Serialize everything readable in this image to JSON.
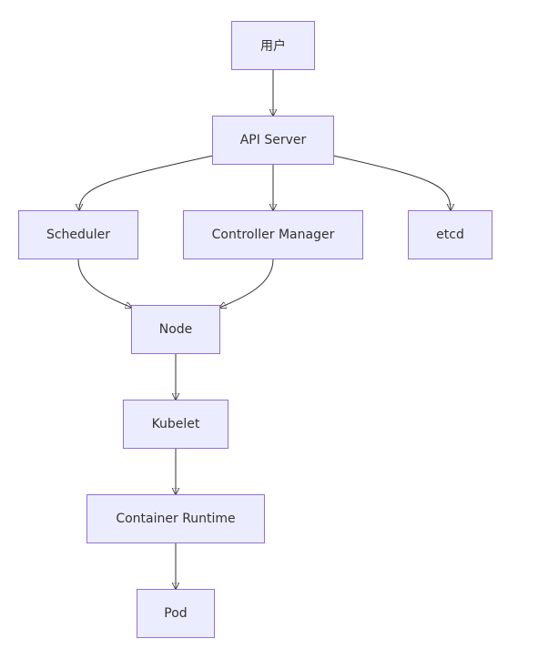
{
  "diagram": {
    "type": "flowchart",
    "direction": "top-down",
    "node_fill": "#ececff",
    "node_border": "#9370db",
    "edge_color": "#333333",
    "nodes": {
      "user": "用户",
      "api_server": "API Server",
      "scheduler": "Scheduler",
      "controller_manager": "Controller Manager",
      "etcd": "etcd",
      "node": "Node",
      "kubelet": "Kubelet",
      "container_runtime": "Container Runtime",
      "pod": "Pod"
    },
    "edges": [
      {
        "from": "user",
        "to": "api_server"
      },
      {
        "from": "api_server",
        "to": "scheduler"
      },
      {
        "from": "api_server",
        "to": "controller_manager"
      },
      {
        "from": "api_server",
        "to": "etcd"
      },
      {
        "from": "scheduler",
        "to": "node"
      },
      {
        "from": "controller_manager",
        "to": "node"
      },
      {
        "from": "node",
        "to": "kubelet"
      },
      {
        "from": "kubelet",
        "to": "container_runtime"
      },
      {
        "from": "container_runtime",
        "to": "pod"
      }
    ]
  }
}
